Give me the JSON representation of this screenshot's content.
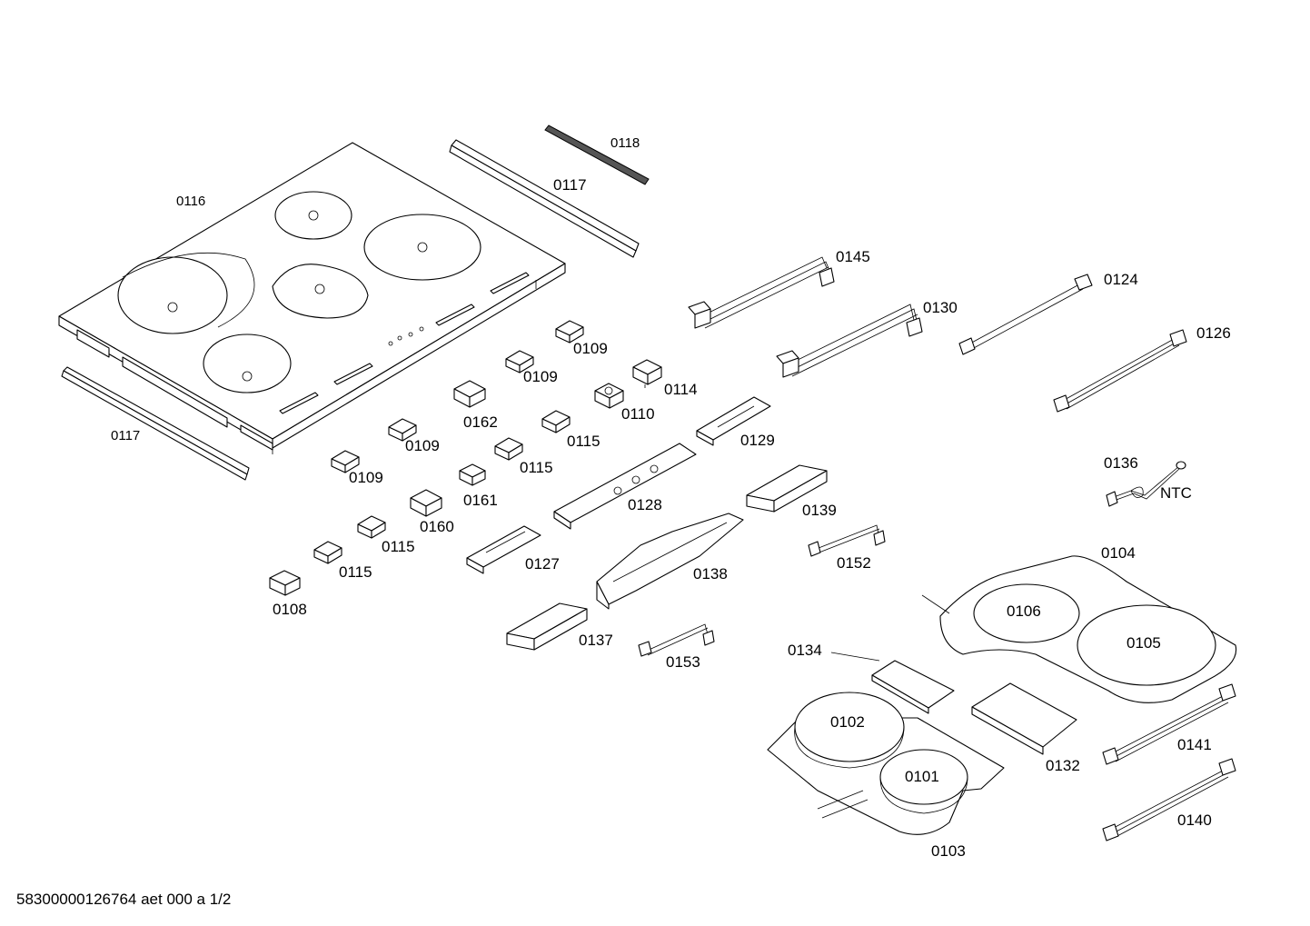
{
  "labels": {
    "l0116": "0116",
    "l0118": "0118",
    "l0117a": "0117",
    "l0117b": "0117",
    "l0145": "0145",
    "l0130": "0130",
    "l0124": "0124",
    "l0126": "0126",
    "l0109a": "0109",
    "l0109b": "0109",
    "l0109c": "0109",
    "l0109d": "0109",
    "l0114": "0114",
    "l0110": "0110",
    "l0162": "0162",
    "l0115a": "0115",
    "l0115b": "0115",
    "l0115c": "0115",
    "l0115d": "0115",
    "l0129": "0129",
    "l0161": "0161",
    "l0128": "0128",
    "l0160": "0160",
    "l0127": "0127",
    "l0108": "0108",
    "l0139": "0139",
    "l0138": "0138",
    "l0152": "0152",
    "l0137": "0137",
    "l0153": "0153",
    "l0136": "0136",
    "lNTC": "NTC",
    "l0104": "0104",
    "l0106": "0106",
    "l0105": "0105",
    "l0134": "0134",
    "l0102": "0102",
    "l0101": "0101",
    "l0103": "0103",
    "l0132": "0132",
    "l0141": "0141",
    "l0140": "0140"
  },
  "footer": "58300000126764 aet 000 a 1/2"
}
